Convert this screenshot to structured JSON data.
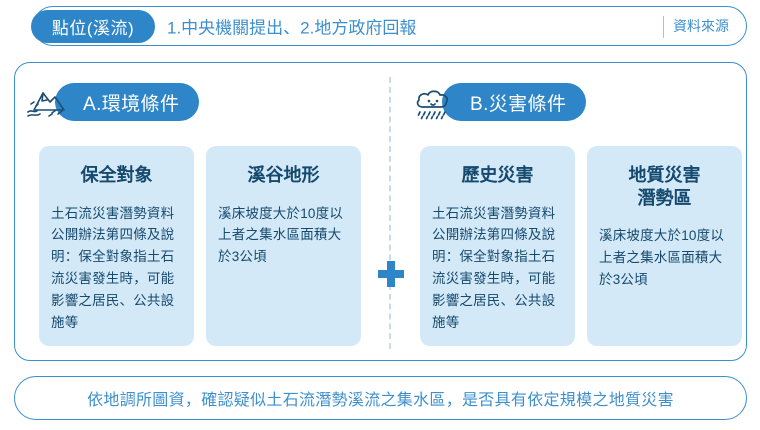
{
  "topbar": {
    "badge_label": "點位(溪流)",
    "main_text": "1.中央機關提出、2.地方政府回報",
    "source_label": "資料來源"
  },
  "panel": {
    "operator": "+",
    "sections": [
      {
        "id": "A",
        "icon": "mountain-landslide-icon",
        "title": "A.環境條件",
        "cards": [
          {
            "title": "保全對象",
            "body": "土石流災害潛勢資料公開辦法第四條及說明：保全對象指土石流災害發生時，可能影響之居民、公共設施等"
          },
          {
            "title": "溪谷地形",
            "body": "溪床坡度大於10度以上者之集水區面積大於3公頃"
          }
        ]
      },
      {
        "id": "B",
        "icon": "rain-cloud-icon",
        "title": "B.災害條件",
        "cards": [
          {
            "title": "歷史災害",
            "body": "土石流災害潛勢資料公開辦法第四條及說明：保全對象指土石流災害發生時，可能影響之居民、公共設施等"
          },
          {
            "title": "地質災害\n潛勢區",
            "body": "溪床坡度大於10度以上者之集水區面積大於3公頃"
          }
        ]
      }
    ]
  },
  "footer": {
    "text": "依地調所圖資，確認疑似土石流潛勢溪流之集水區，是否具有依定規模之地質災害"
  },
  "colors": {
    "accent_blue": "#2e86c8",
    "border_blue": "#3d8fcd",
    "card_bg": "#d4e9f7",
    "text_dark_blue": "#15496e",
    "dashed_divider": "#c5dcef"
  }
}
